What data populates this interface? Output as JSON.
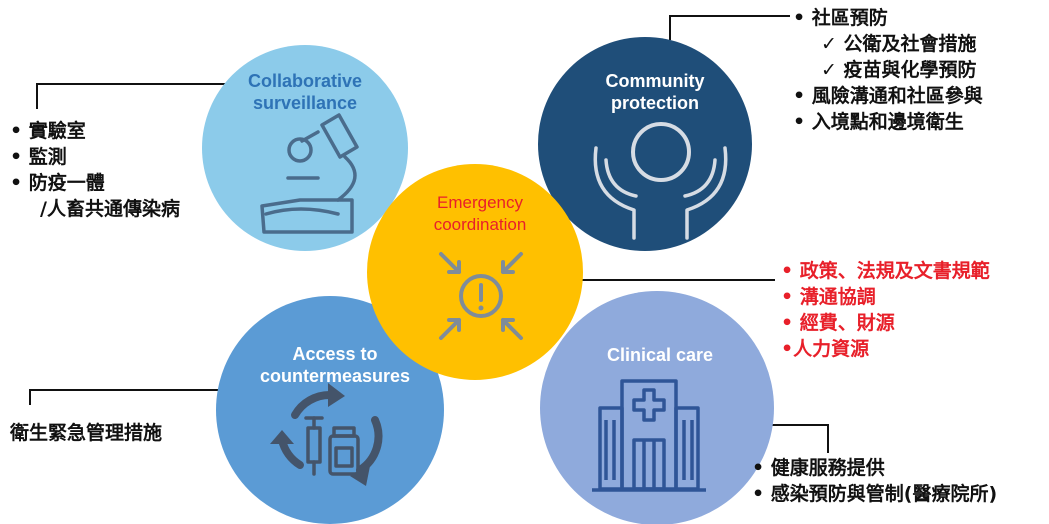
{
  "circles": {
    "surveillance": {
      "title_line1": "Collaborative",
      "title_line2": "surveillance",
      "color": "#8ccbea",
      "title_color": "#2e73b6"
    },
    "community": {
      "title_line1": "Community",
      "title_line2": "protection",
      "color": "#1f4e79",
      "title_color": "#ffffff"
    },
    "coordination": {
      "title_line1": "Emergency",
      "title_line2": "coordination",
      "color": "#ffc000",
      "title_color": "#e8202a"
    },
    "countermeasures": {
      "title_line1": "Access to",
      "title_line2": "countermeasures",
      "color": "#5b9bd5",
      "title_color": "#ffffff"
    },
    "clinical": {
      "title_line1": "Clinical care",
      "color": "#8faadc",
      "title_color": "#ffffff"
    }
  },
  "lists": {
    "surveillance": [
      "• 實驗室",
      "• 監測",
      "• 防疫一體",
      "/人畜共通傳染病"
    ],
    "community": [
      "• 社區預防",
      "✓ 公衛及社會措施",
      "✓ 疫苗與化學預防",
      "• 風險溝通和社區參與",
      "• 入境點和邊境衛生"
    ],
    "coordination": [
      "• 政策、法規及文書規範",
      "• 溝通協調",
      "• 經費、財源",
      "•人力資源"
    ],
    "countermeasures": [
      "衛生緊急管理措施"
    ],
    "clinical": [
      "• 健康服務提供",
      "• 感染預防與管制(醫療院所)"
    ]
  },
  "icons": {
    "surveillance": "microscope-icon",
    "community": "hands-ring-icon",
    "coordination": "alert-arrows-icon",
    "countermeasures": "syringe-vial-cycle-icon",
    "clinical": "hospital-icon"
  }
}
